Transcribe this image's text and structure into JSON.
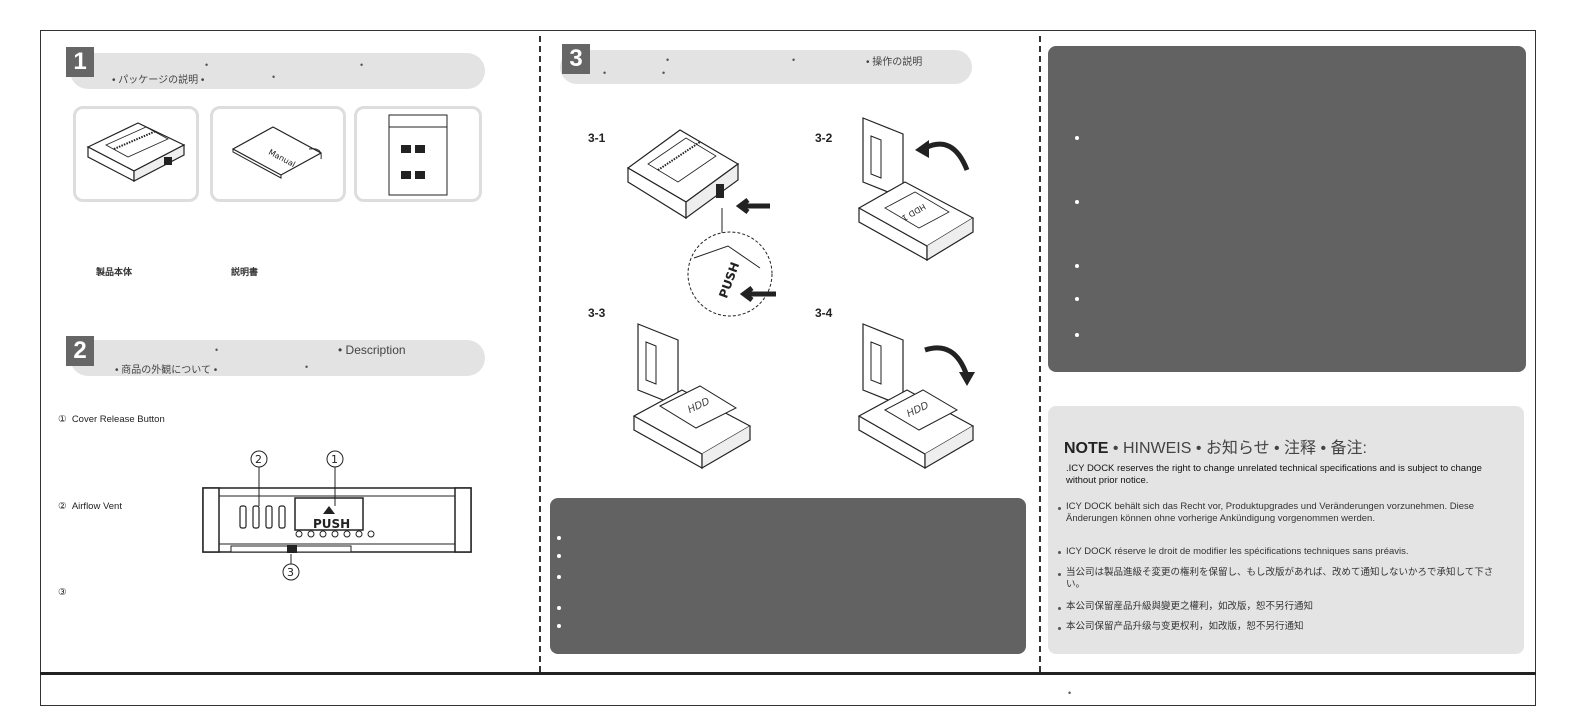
{
  "section1": {
    "number": "1",
    "heading": "• パッケージの説明 •",
    "items": [
      {
        "label": "製品本体"
      },
      {
        "label": "説明書"
      }
    ]
  },
  "section2": {
    "number": "2",
    "heading_top": "• Description",
    "heading_sub": "• 商品の外観について •",
    "legend": [
      {
        "marker": "①",
        "text": "Cover Release Button"
      },
      {
        "marker": "②",
        "text": "Airflow Vent"
      },
      {
        "marker": "③",
        "text": ""
      }
    ],
    "callouts": [
      "1",
      "2",
      "3"
    ],
    "push_label": "PUSH"
  },
  "section3": {
    "number": "3",
    "heading": "• 操作の説明",
    "steps": [
      "3-1",
      "3-2",
      "3-3",
      "3-4"
    ],
    "push_label": "PUSH",
    "hdd_label": "HDD",
    "hdd_tag": "HDD 1"
  },
  "package_art": {
    "manual_text": "Manual"
  },
  "note": {
    "title_bold": "NOTE",
    "title_rest": " • HINWEIS • お知らせ • 注释 • 备注:",
    "lines": [
      ".ICY DOCK reserves the right to change unrelated technical specifications and is subject to change without prior notice.",
      "ICY DOCK behält sich das Recht vor, Produktupgrades und Veränderungen vorzunehmen. Diese Änderungen können ohne vorherige Ankündigung vorgenommen werden.",
      "ICY DOCK réserve le droit de modifier les spécifications techniques sans préavis.",
      "当公司は製品進級そ変更の権利を保留し、もし改版があれば、改めて通知しないかろで承知して下さい。",
      "本公司保留産品升級與變更之權利，如改版，恕不另行通知",
      "本公司保留产品升级与变更权利，如改版，恕不另行通知"
    ]
  },
  "colors": {
    "dark_panel": "#626262",
    "pill": "#e3e3e3",
    "note_panel": "#e4e4e4"
  }
}
